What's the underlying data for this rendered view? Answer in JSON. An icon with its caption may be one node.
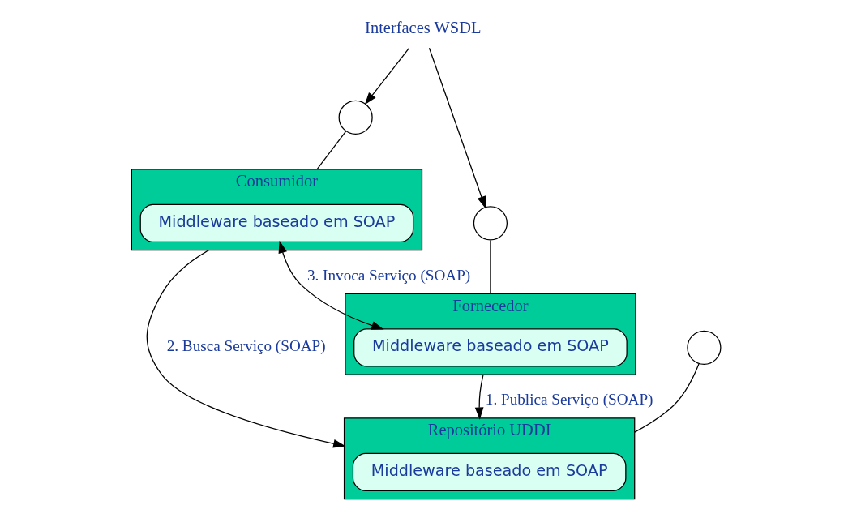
{
  "diagram": {
    "nodes": [
      {
        "text": [
          "Interfaces WSDL"
        ]
      },
      {
        "text": [
          "Consumidor"
        ]
      },
      {
        "text": [
          "Middleware baseado em SOAP"
        ],
        "in": 1
      },
      {
        "text": [],
        "shape": "circle"
      },
      {
        "text": [],
        "shape": "circle"
      },
      {
        "text": [
          "Fornecedor"
        ]
      },
      {
        "text": [
          "Middleware baseado em SOAP"
        ],
        "in": 5
      },
      {
        "text": [],
        "shape": "circle"
      },
      {
        "text": [
          "Repositório UDDI"
        ]
      },
      {
        "text": [
          "Middleware baseado em SOAP"
        ],
        "in": 8
      }
    ],
    "edges": [
      {
        "from": 0,
        "to": 3,
        "arrow": "to"
      },
      {
        "from": 0,
        "to": 4,
        "arrow": "to"
      },
      {
        "from": 1,
        "to": 3,
        "arrow": "none"
      },
      {
        "from": 5,
        "to": 4,
        "arrow": "none"
      },
      {
        "from": 2,
        "to": 6,
        "arrow": "both",
        "label": "3. Invoca Serviço (SOAP)"
      },
      {
        "from": 8,
        "to": 7,
        "arrow": "none"
      },
      {
        "from": 1,
        "to": 8,
        "arrow": "to",
        "label": "2. Busca Serviço (SOAP)"
      },
      {
        "from": 5,
        "to": 8,
        "arrow": "to",
        "label": "1. Publica Serviço (SOAP)"
      }
    ]
  }
}
